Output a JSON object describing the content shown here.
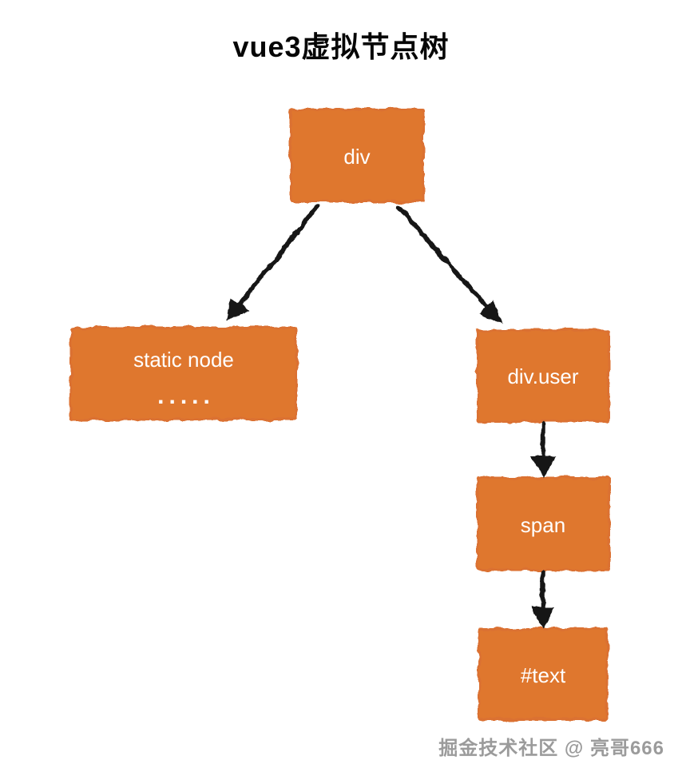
{
  "title": "vue3虚拟节点树",
  "watermark": "掘金技术社区 @ 亮哥666",
  "colors": {
    "node_fill": "#DF772E",
    "node_edge": "#DB7130",
    "node_text": "#FFFFFF",
    "arrow": "#141414",
    "title_text": "#060606",
    "watermark_text": "#9B9B9B"
  },
  "nodes": [
    {
      "id": "div",
      "label": "div"
    },
    {
      "id": "static-node",
      "label": "static node",
      "sublabel": "....."
    },
    {
      "id": "div-user",
      "label": "div.user"
    },
    {
      "id": "span",
      "label": "span"
    },
    {
      "id": "text",
      "label": "#text"
    }
  ],
  "edges": [
    {
      "from": "div",
      "to": "static-node"
    },
    {
      "from": "div",
      "to": "div-user"
    },
    {
      "from": "div-user",
      "to": "span"
    },
    {
      "from": "span",
      "to": "text"
    }
  ]
}
